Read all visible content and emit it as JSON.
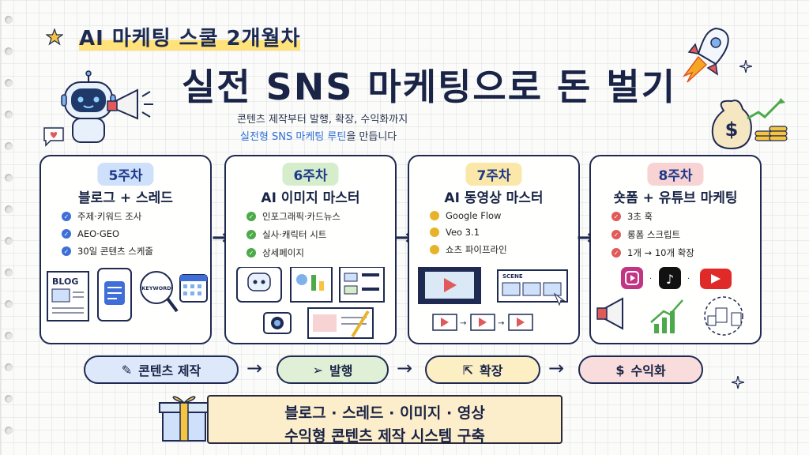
{
  "header": {
    "subtitle": "AI 마케팅 스쿨 2개월차",
    "title": "실전 SNS 마케팅으로 돈 벌기",
    "description_line1": "콘텐츠 제작부터 발행, 확장, 수익화까지",
    "description_line2_highlight": "실전형 SNS 마케팅 루틴",
    "description_line2_rest": "을 만듭니다"
  },
  "weeks": [
    {
      "badge": "5주차",
      "title": "블로그 + 스레드",
      "badge_color": "#cfe0fb",
      "bullet_color": "#3f6fd6",
      "bullets": [
        "주제·키워드 조사",
        "AEO·GEO",
        "30일 콘텐츠 스케줄"
      ],
      "illus_labels": [
        "BLOG",
        "KEYWORD"
      ]
    },
    {
      "badge": "6주차",
      "title": "AI 이미지 마스터",
      "badge_color": "#d6edcc",
      "bullet_color": "#4caa4a",
      "bullets": [
        "인포그래픽·카드뉴스",
        "실사·캐릭터 시트",
        "상세페이지"
      ],
      "illus_labels": []
    },
    {
      "badge": "7주차",
      "title": "AI 동영상 마스터",
      "badge_color": "#fbe7a8",
      "bullet_color": "#e6b32a",
      "bullets": [
        "Google Flow",
        "Veo 3.1",
        "쇼츠 파이프라인"
      ],
      "illus_labels": [
        "SCENE"
      ]
    },
    {
      "badge": "8주차",
      "title": "숏폼 + 유튜브 마케팅",
      "badge_color": "#f8d3d3",
      "bullet_color": "#e05a5a",
      "bullets": [
        "3초 훅",
        "롱폼 스크립트",
        "1개 → 10개 확장"
      ],
      "illus_labels": []
    }
  ],
  "flow": [
    {
      "label": "콘텐츠 제작",
      "icon": "pencil-icon",
      "color": "#dde8fb"
    },
    {
      "label": "발행",
      "icon": "paper-plane-icon",
      "color": "#dff0d6"
    },
    {
      "label": "확장",
      "icon": "expand-icon",
      "color": "#fcefc4"
    },
    {
      "label": "수익화",
      "icon": "money-bag-icon",
      "color": "#f9dcdc"
    }
  ],
  "banner": {
    "line1": "블로그 · 스레드 · 이미지 · 영상",
    "line2": "수익형 콘텐츠 제작 시스템 구축"
  }
}
